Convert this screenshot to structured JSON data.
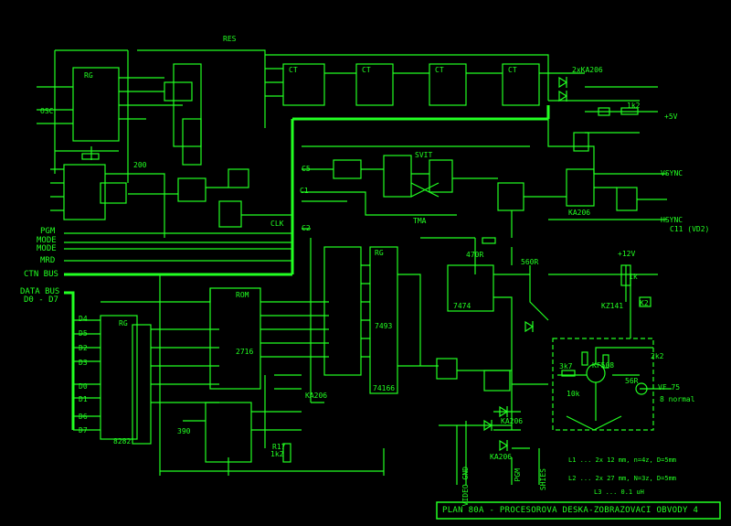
{
  "title": "PLAN 80A - PROCESOROVA DESKA-ZOBRAZOVACI OBVODY",
  "sheet": "4",
  "colors": {
    "background": "#000000",
    "trace": "#22ff22"
  },
  "signals": {
    "pgm": "PGM",
    "mode1": "MODE",
    "mode2": "MODE",
    "mrd": "MRD",
    "ctn_bus": "CTN BUS",
    "data_bus": "DATA BUS",
    "data_range": "D0 - D7",
    "osc": "OSC",
    "vsync": "VSYNC",
    "hsync": "HSYNC",
    "cvideo": "C11 (VD2)",
    "clk": "CLK",
    "svit": "SVIT",
    "tma": "TMA",
    "plus5v": "+5V",
    "plus12v": "+12V",
    "reset": "RES",
    "video_out": "VF 75",
    "video_level": "8 normal",
    "clk_bus": "C1",
    "c5": "C5",
    "c2": "C2"
  },
  "chips": {
    "u_rg1": "RG",
    "u_rg2": "RG",
    "u_rom": "ROM",
    "u_rom_pn": "2716",
    "u_sr_pn": "74166",
    "u_sr_label": "RG",
    "u_ct": "CT",
    "u_ct2": "CT",
    "u_ct3": "CT",
    "u_ct4": "CT",
    "u_ic74": "7474",
    "u_ic93": "7493",
    "u_ic8": "8282"
  },
  "parts": {
    "d_ka206": "KA206",
    "d_ka206_2": "KA206",
    "d_ka206_3": "KA206",
    "d_ka206_4": "KA206",
    "d_2xka206": "2xKA206",
    "r_1k2": "1k2",
    "r_1k2_b": "1k2",
    "r_560r": "560R",
    "r_470r": "470R",
    "r_1k": "1k",
    "r_56r": "56R",
    "r_2k2": "2k2",
    "r_3k7": "3k7",
    "r_10k": "10k",
    "r_200": "200",
    "r_390": "390",
    "r_r17": "R17",
    "c_k2": "K2",
    "q_kf": "KF508",
    "q_kz": "KZ141",
    "l_note1": "L1 ... 2x 12 mm, n=4z, D=5mm",
    "l_note2": "L2 ... 2x 27 mm, N=3z, D=5mm",
    "l_note3": "L3 ... 0.1 uH"
  },
  "data_lines": [
    "D4",
    "D5",
    "D2",
    "D3",
    "D0",
    "D1",
    "D6",
    "D7"
  ],
  "bottom_labels": [
    "VIDEO GND",
    "PGM",
    "SHIES"
  ]
}
